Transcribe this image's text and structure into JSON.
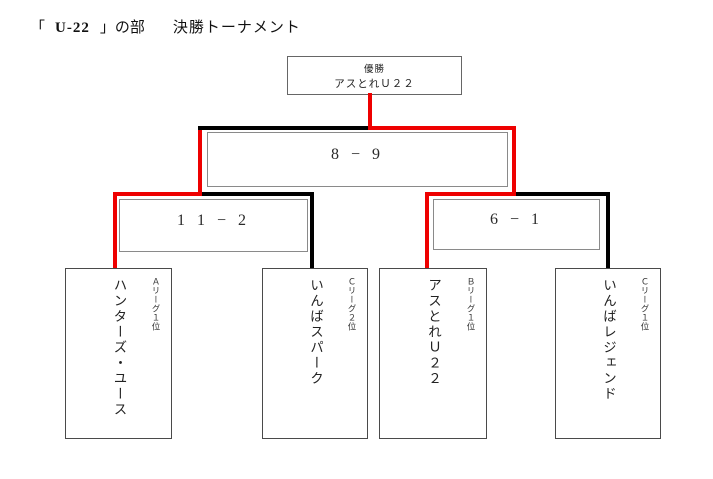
{
  "title": {
    "open": "「",
    "division": "U-22",
    "suffix": "」の部",
    "tournament": "決勝トーナメント"
  },
  "champion": {
    "label": "優勝",
    "team": "アスとれＵ２２"
  },
  "matches": {
    "final": {
      "score": "8 − 9"
    },
    "semi_left": {
      "score": "1 1 − 2"
    },
    "semi_right": {
      "score": "6 − 1"
    }
  },
  "teams": [
    {
      "name": "ハンターズ・ユース",
      "seed": "Ａリーグ１位"
    },
    {
      "name": "いんばスパーク",
      "seed": "Ｃリーグ２位"
    },
    {
      "name": "アスとれＵ２２",
      "seed": "Ｂリーグ１位"
    },
    {
      "name": "いんばレジェンド",
      "seed": "Ｃリーグ１位"
    }
  ],
  "colors": {
    "winner_path": "#ee0000",
    "line": "#000000",
    "box_border": "#8a8a8a",
    "team_border": "#4a4a4a"
  }
}
